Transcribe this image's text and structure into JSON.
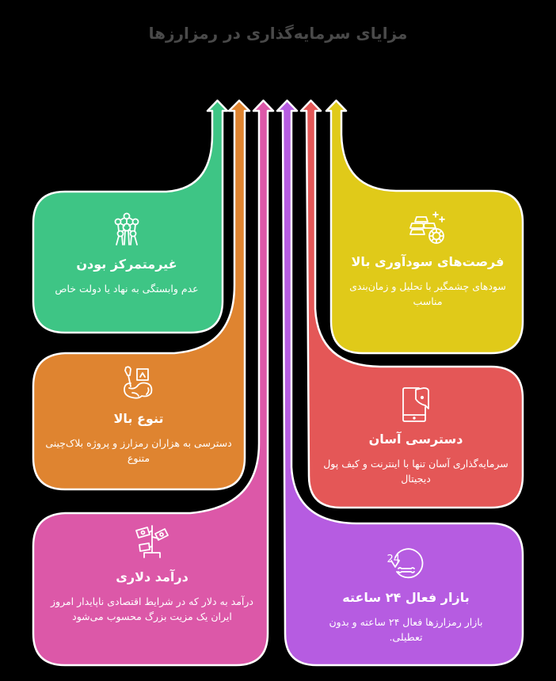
{
  "title": "مزایای سرمایه‌گذاری در رمزارزها",
  "colors": {
    "background": "#000000",
    "title": "#4a4a4a",
    "green": "#3ec585",
    "orange": "#df8430",
    "pink": "#dc58a8",
    "purple": "#b65ce1",
    "red": "#e45757",
    "yellow": "#e0ca19",
    "outline": "#ffffff"
  },
  "cards": [
    {
      "id": "decentralization",
      "color": "green",
      "icon": "atomium-network-icon",
      "heading": "غیرمتمرکز بودن",
      "description": "عدم وابستگی به نهاد یا دولت خاص"
    },
    {
      "id": "high-profit",
      "color": "yellow",
      "icon": "gold-bars-coin-icon",
      "heading": "فرصت‌های سودآوری بالا",
      "description": "سودهای چشمگیر با تحلیل و زمان‌بندی مناسب"
    },
    {
      "id": "diversity",
      "color": "orange",
      "icon": "art-brush-palette-icon",
      "heading": "تنوع بالا",
      "description": "دسترسی به هزاران رمزارز و پروژه بلاک‌چینی متنوع"
    },
    {
      "id": "easy-access",
      "color": "red",
      "icon": "mobile-wallet-icon",
      "heading": "دسترسی آسان",
      "description": "سرمایه‌گذاری آسان تنها با اینترنت و کیف پول دیجیتال"
    },
    {
      "id": "dollar-income",
      "color": "pink",
      "icon": "money-plant-icon",
      "heading": "درآمد دلاری",
      "description": "درآمد به دلار  که در شرایط اقتصادی ناپایدار امروز ایران یک مزیت بزرگ محسوب می‌شود"
    },
    {
      "id": "market-24h",
      "color": "purple",
      "icon": "24-hour-service-icon",
      "heading": "بازار فعال ۲۴ ساعته",
      "description": "بازار رمزارزها فعال ۲۴ ساعته و بدون تعطیلی."
    }
  ]
}
